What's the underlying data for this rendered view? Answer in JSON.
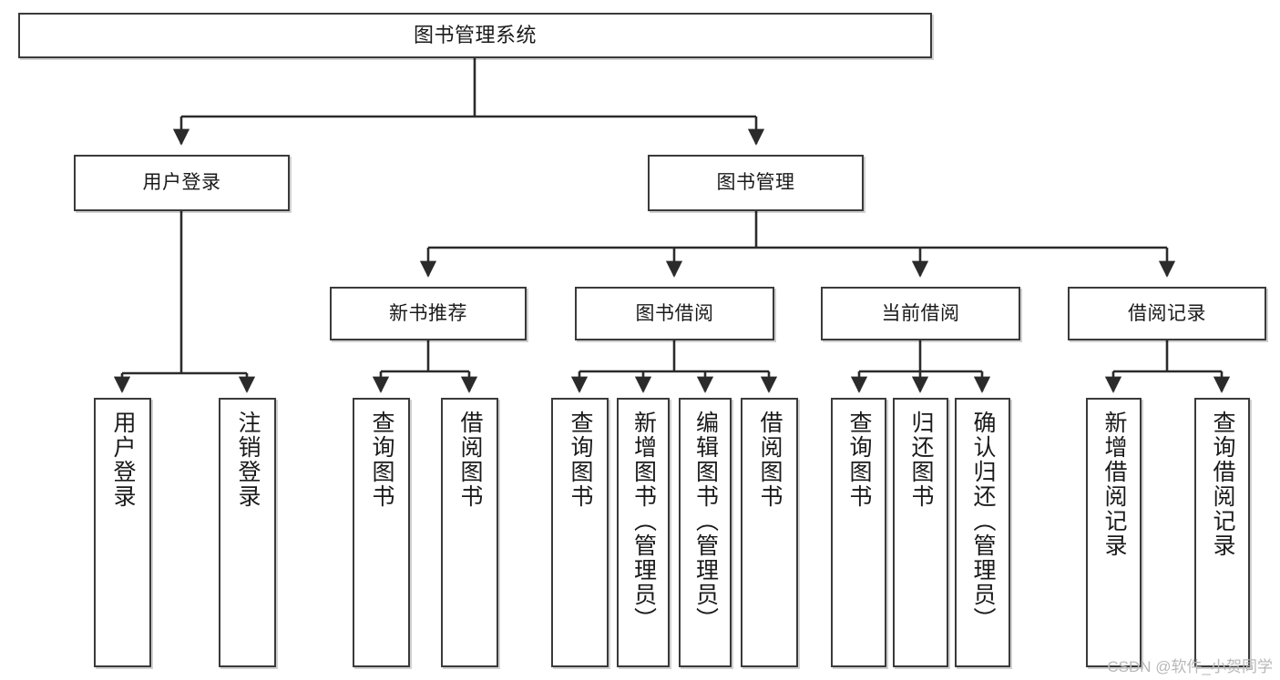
{
  "diagram": {
    "title": "图书管理系统",
    "type": "tree-hierarchy-diagram",
    "colors": {
      "box_border": "#3a3a3a",
      "box_fill": "#ffffff",
      "edge": "#2b2b2b",
      "watermark": "#b8b8b8"
    },
    "levels": {
      "root": {
        "label": "图书管理系统"
      },
      "level2": [
        {
          "id": "user-login",
          "label": "用户登录"
        },
        {
          "id": "book-management",
          "label": "图书管理"
        }
      ],
      "level3": [
        {
          "id": "new-book-recommend",
          "label": "新书推荐"
        },
        {
          "id": "book-borrow",
          "label": "图书借阅"
        },
        {
          "id": "current-borrow",
          "label": "当前借阅"
        },
        {
          "id": "borrow-record",
          "label": "借阅记录"
        }
      ],
      "leaves": {
        "user_login": [
          {
            "id": "leaf-user-login",
            "label": "用户登录"
          },
          {
            "id": "leaf-logout",
            "label": "注销登录"
          }
        ],
        "new_book_recommend": [
          {
            "id": "leaf-query-book-1",
            "label": "查询图书"
          },
          {
            "id": "leaf-borrow-book-1",
            "label": "借阅图书"
          }
        ],
        "book_borrow": [
          {
            "id": "leaf-query-book-2",
            "label": "查询图书"
          },
          {
            "id": "leaf-add-book",
            "label": "新增图书（管理员）"
          },
          {
            "id": "leaf-edit-book",
            "label": "编辑图书（管理员）"
          },
          {
            "id": "leaf-borrow-book-2",
            "label": "借阅图书"
          }
        ],
        "current_borrow": [
          {
            "id": "leaf-query-book-3",
            "label": "查询图书"
          },
          {
            "id": "leaf-return-book",
            "label": "归还图书"
          },
          {
            "id": "leaf-confirm-return",
            "label": "确认归还（管理员）"
          }
        ],
        "borrow_record": [
          {
            "id": "leaf-add-record",
            "label": "新增借阅记录"
          },
          {
            "id": "leaf-query-record",
            "label": "查询借阅记录"
          }
        ]
      }
    }
  },
  "watermark": {
    "text": "CSDN @软件_小贺同学"
  }
}
